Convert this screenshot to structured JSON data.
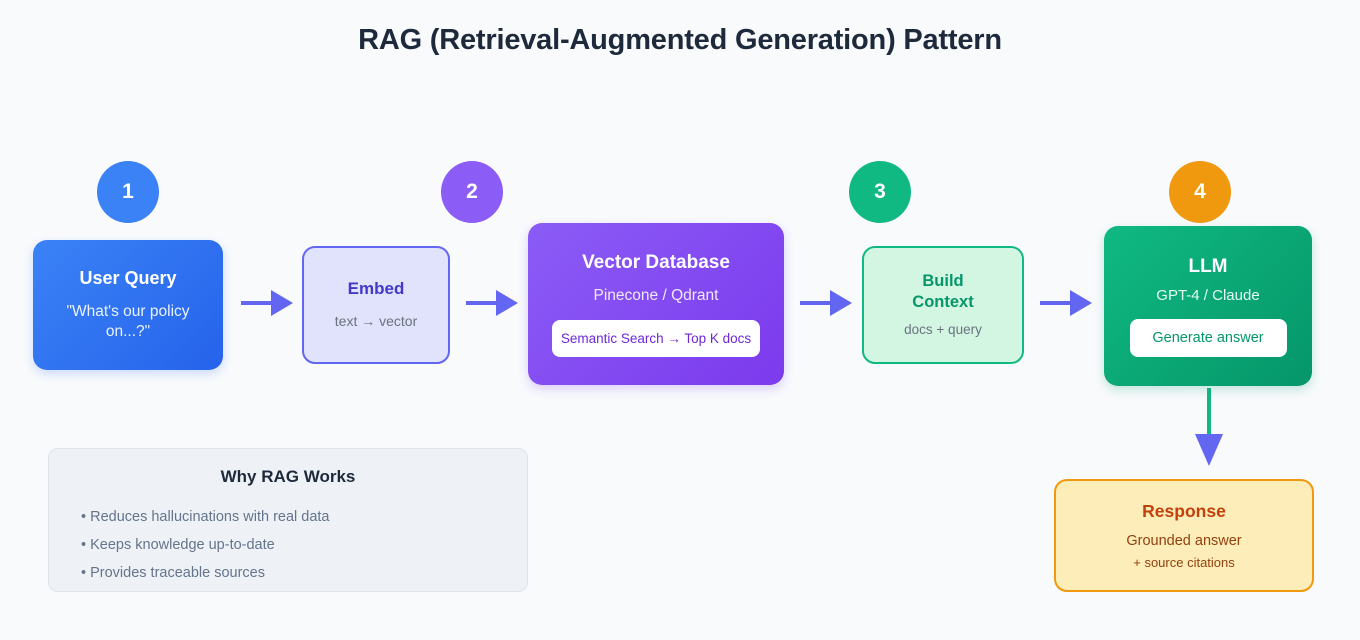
{
  "title": "RAG (Retrieval-Augmented Generation) Pattern",
  "nodes": {
    "user_query": {
      "badge": "1",
      "title": "User Query",
      "subtitle": "\"What's our policy on...?\""
    },
    "embed": {
      "badge": "2",
      "title": "Embed",
      "subtitle": "text → vector"
    },
    "vector_db": {
      "title": "Vector Database",
      "subtitle": "Pinecone / Qdrant",
      "pill": "Semantic Search → Top K docs"
    },
    "build_context": {
      "badge": "3",
      "title_line1": "Build",
      "title_line2": "Context",
      "subtitle": "docs + query"
    },
    "llm": {
      "badge": "4",
      "title": "LLM",
      "subtitle": "GPT-4 / Claude",
      "pill": "Generate answer"
    },
    "response": {
      "title": "Response",
      "subtitle": "Grounded answer",
      "subtitle2": "+ source citations"
    }
  },
  "panel": {
    "title": "Why RAG Works",
    "bullets": [
      "Reduces hallucinations with real data",
      "Keeps knowledge up-to-date",
      "Provides traceable sources"
    ]
  },
  "colors": {
    "background": "#f8fafc",
    "title_text": "#1e293b",
    "blue": "#2563eb",
    "blue_light": "#3b82f6",
    "indigo": "#6366f1",
    "purple": "#7c3aed",
    "purple_light": "#8b5cf6",
    "green": "#059669",
    "green_light": "#10b981",
    "orange": "#f0990e",
    "orange_text": "#c2410c",
    "panel_bg": "#eef2f7",
    "muted_text": "#64748b"
  }
}
